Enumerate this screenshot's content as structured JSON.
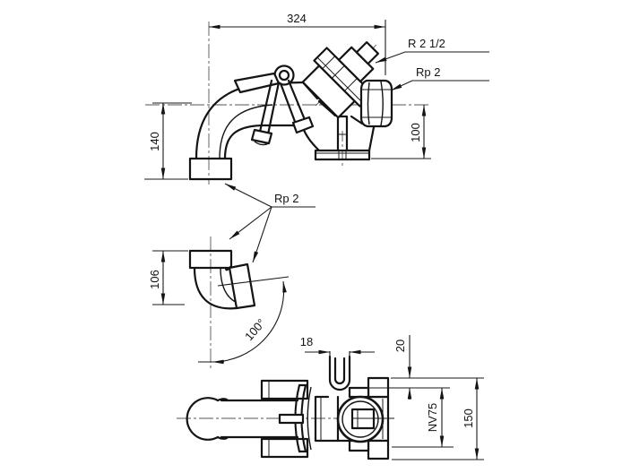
{
  "drawing": {
    "type": "technical-drawing",
    "dimensions": {
      "overall_width": "324",
      "inlet_height": "140",
      "outlet_height": "100",
      "elbow_height": "106",
      "elbow_angle": "100°",
      "hook_width": "18",
      "flange_offset": "20",
      "wrench_size": "NV75",
      "body_length": "150"
    },
    "thread_labels": {
      "top_connection": "R 2 1/2",
      "side_connection": "Rp 2",
      "elbow_connection": "Rp 2"
    },
    "colors": {
      "line": "#141414",
      "background": "#ffffff"
    }
  }
}
